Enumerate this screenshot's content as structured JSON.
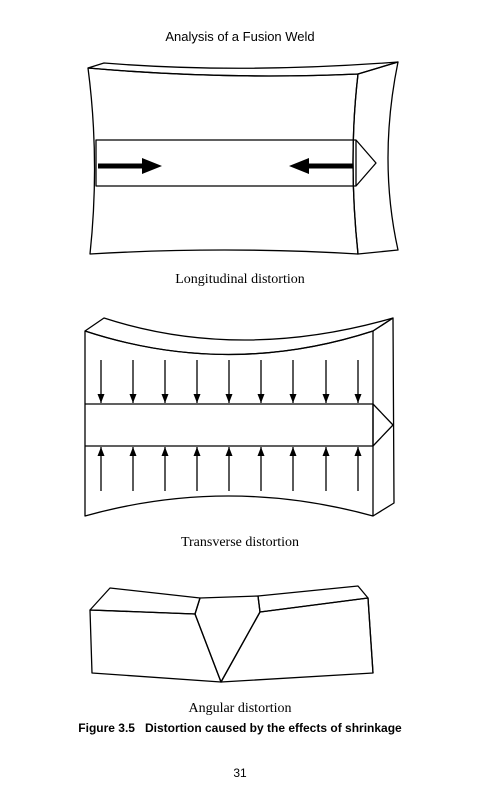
{
  "page": {
    "running_header": "Analysis of a Fusion Weld",
    "page_number": "31"
  },
  "figure": {
    "panels": [
      {
        "label": "Longitudinal distortion"
      },
      {
        "label": "Transverse distortion"
      },
      {
        "label": "Angular distortion"
      }
    ],
    "caption_number": "Figure 3.5",
    "caption_text": "Distortion caused by the effects of shrinkage"
  }
}
